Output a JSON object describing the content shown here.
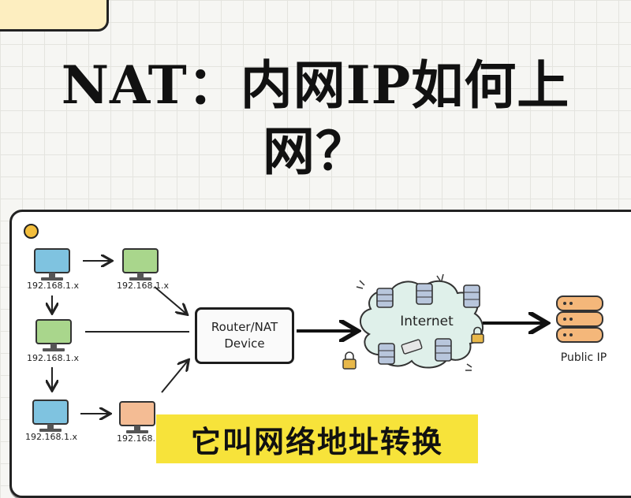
{
  "title_line1": "NAT：内网IP如何上",
  "title_line2": "网？",
  "diagram": {
    "router_label": [
      "Router/NAT",
      "Device"
    ],
    "internet_label": "Internet",
    "public_label": "Public IP",
    "hosts": [
      {
        "id": "pc-left-1",
        "color": "#7fc3e0",
        "label": "192.168.1.x"
      },
      {
        "id": "pc-right-1",
        "color": "#a9d68c",
        "label": "192.168.1.x"
      },
      {
        "id": "pc-left-2",
        "color": "#a9d68c",
        "label": "192.168.1.x"
      },
      {
        "id": "pc-left-3",
        "color": "#7fc3e0",
        "label": "192.168.1.x"
      },
      {
        "id": "pc-right-3",
        "color": "#f4bc94",
        "label": "192.168.1.x"
      }
    ]
  },
  "banner": "它叫网络地址转换"
}
